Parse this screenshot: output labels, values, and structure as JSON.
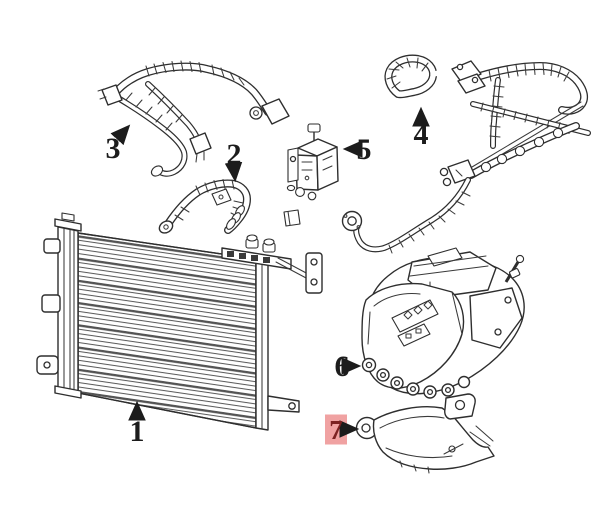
{
  "canvas": {
    "background": "#ffffff",
    "line_color": "#2e2e2e"
  },
  "highlight": {
    "box_color": "#f0a2a2",
    "digit_color": "#7c2222"
  },
  "callouts": [
    {
      "number": "1"
    },
    {
      "number": "2"
    },
    {
      "number": "3"
    },
    {
      "number": "4"
    },
    {
      "number": "5"
    },
    {
      "number": "6"
    },
    {
      "number": "7",
      "highlighted": true
    }
  ]
}
